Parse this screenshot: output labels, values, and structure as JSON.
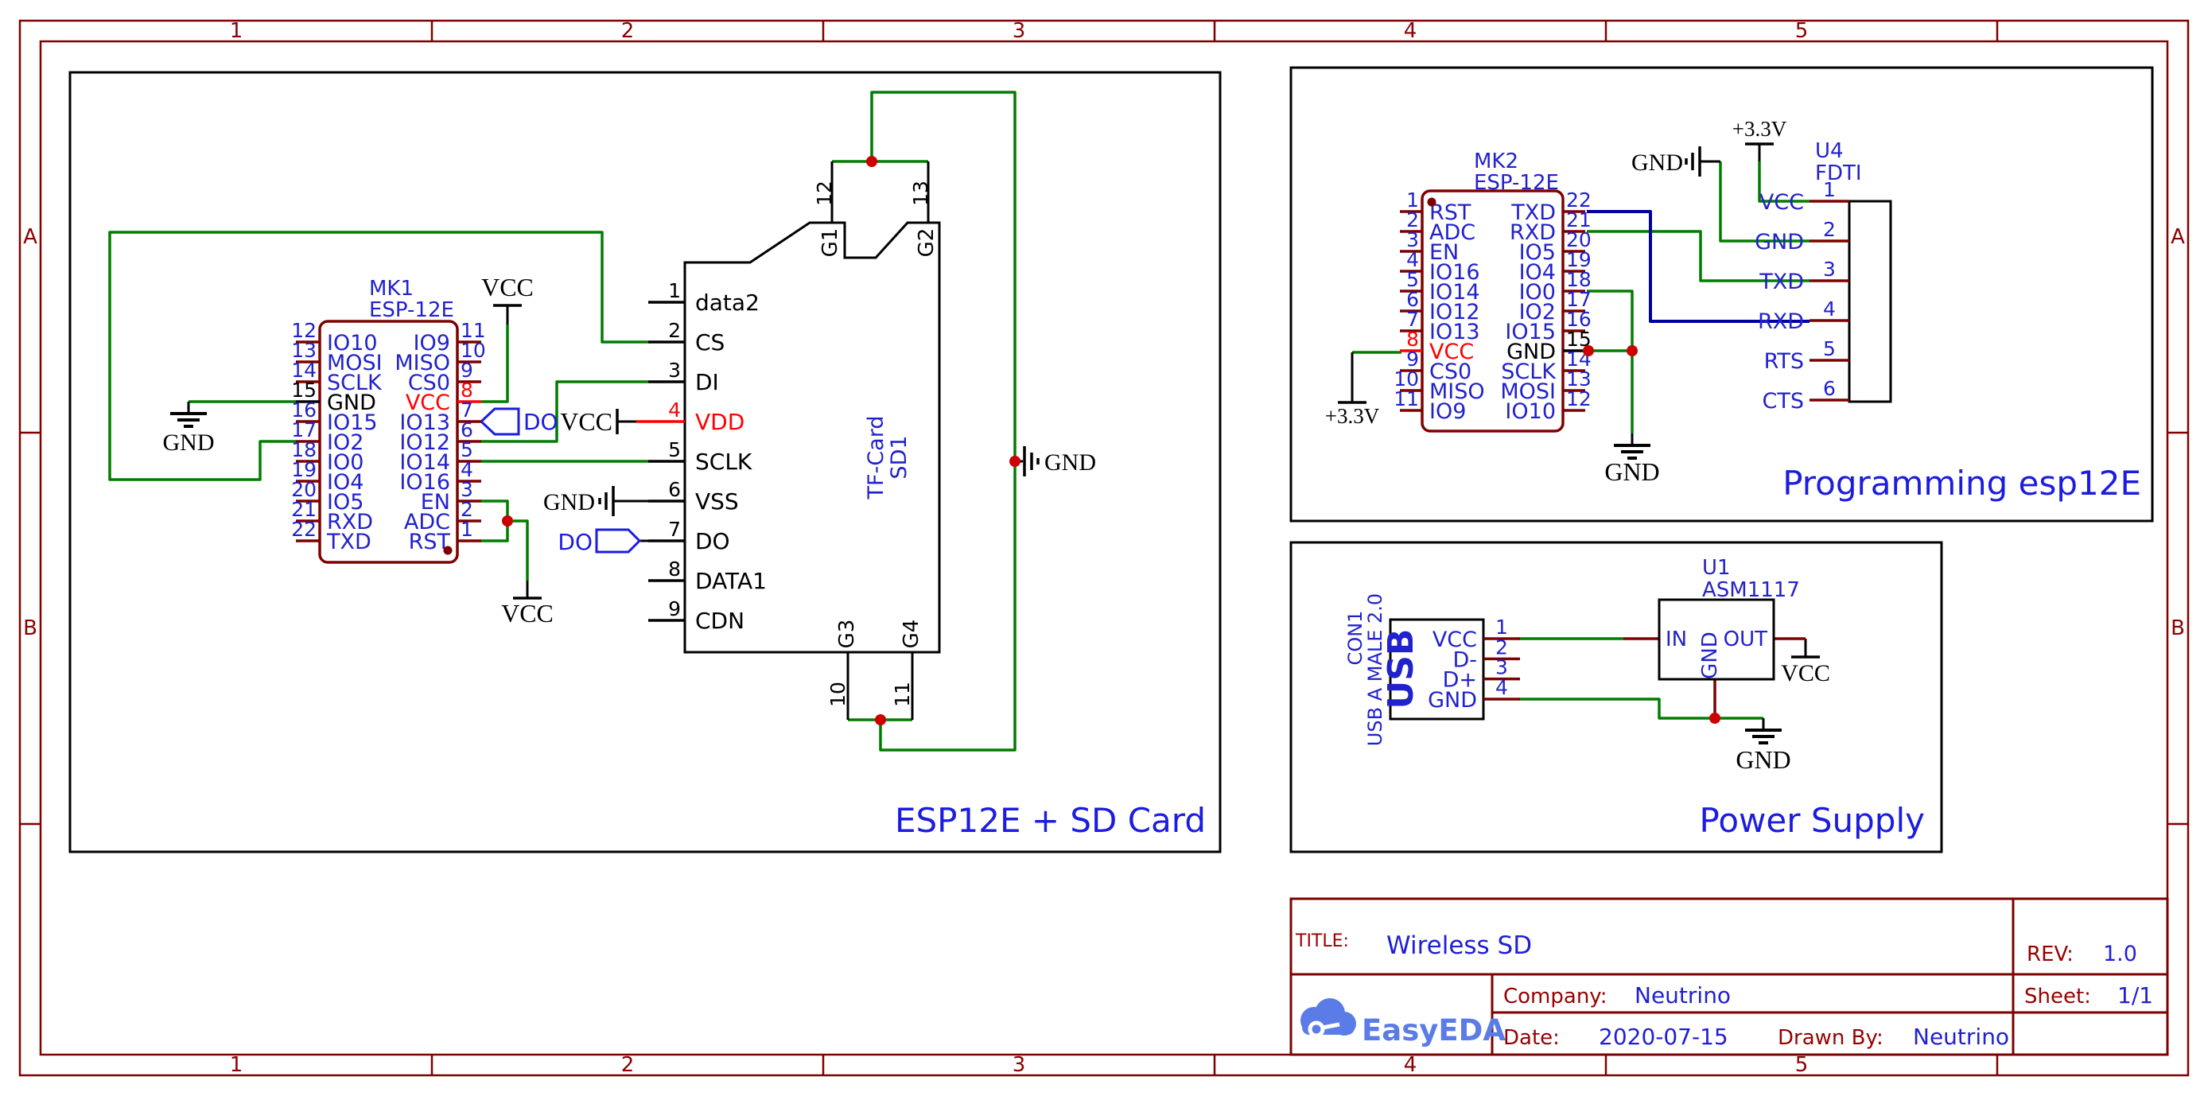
{
  "frame": {
    "columns": [
      "1",
      "2",
      "3",
      "4",
      "5"
    ],
    "rows": [
      "A",
      "B"
    ]
  },
  "sections": {
    "sd_title": "ESP12E + SD Card",
    "prog_title": "Programming esp12E",
    "power_title": "Power Supply"
  },
  "net_labels": {
    "vcc": "VCC",
    "gnd": "GND",
    "v33": "+3.3V",
    "do": "DO"
  },
  "chips": {
    "mk1": {
      "ref": "MK1",
      "part": "ESP-12E",
      "left": [
        {
          "n": "12",
          "t": "IO10"
        },
        {
          "n": "13",
          "t": "MOSI"
        },
        {
          "n": "14",
          "t": "SCLK"
        },
        {
          "n": "15",
          "t": "GND",
          "nc": "#000000",
          "tc": "#000000",
          "sc": "#000000"
        },
        {
          "n": "16",
          "t": "IO15"
        },
        {
          "n": "17",
          "t": "IO2"
        },
        {
          "n": "18",
          "t": "IO0"
        },
        {
          "n": "19",
          "t": "IO4"
        },
        {
          "n": "20",
          "t": "IO5"
        },
        {
          "n": "21",
          "t": "RXD"
        },
        {
          "n": "22",
          "t": "TXD"
        }
      ],
      "right": [
        {
          "n": "11",
          "t": "IO9"
        },
        {
          "n": "10",
          "t": "MISO"
        },
        {
          "n": "9",
          "t": "CS0"
        },
        {
          "n": "8",
          "t": "VCC",
          "nc": "#ff0000",
          "tc": "#ff0000",
          "sc": "#ff0000"
        },
        {
          "n": "7",
          "t": "IO13"
        },
        {
          "n": "6",
          "t": "IO12"
        },
        {
          "n": "5",
          "t": "IO14"
        },
        {
          "n": "4",
          "t": "IO16"
        },
        {
          "n": "3",
          "t": "EN"
        },
        {
          "n": "2",
          "t": "ADC"
        },
        {
          "n": "1",
          "t": "RST"
        }
      ]
    },
    "mk2": {
      "ref": "MK2",
      "part": "ESP-12E",
      "left": [
        {
          "n": "1",
          "t": "RST"
        },
        {
          "n": "2",
          "t": "ADC"
        },
        {
          "n": "3",
          "t": "EN"
        },
        {
          "n": "4",
          "t": "IO16"
        },
        {
          "n": "5",
          "t": "IO14"
        },
        {
          "n": "6",
          "t": "IO12"
        },
        {
          "n": "7",
          "t": "IO13"
        },
        {
          "n": "8",
          "t": "VCC",
          "nc": "#ff0000",
          "tc": "#ff0000",
          "sc": "#ff0000"
        },
        {
          "n": "9",
          "t": "CS0"
        },
        {
          "n": "10",
          "t": "MISO"
        },
        {
          "n": "11",
          "t": "IO9"
        }
      ],
      "right": [
        {
          "n": "22",
          "t": "TXD"
        },
        {
          "n": "21",
          "t": "RXD"
        },
        {
          "n": "20",
          "t": "IO5"
        },
        {
          "n": "19",
          "t": "IO4"
        },
        {
          "n": "18",
          "t": "IO0"
        },
        {
          "n": "17",
          "t": "IO2"
        },
        {
          "n": "16",
          "t": "IO15"
        },
        {
          "n": "15",
          "t": "GND",
          "nc": "#000000",
          "tc": "#000000",
          "sc": "#000000"
        },
        {
          "n": "14",
          "t": "SCLK"
        },
        {
          "n": "13",
          "t": "MOSI"
        },
        {
          "n": "12",
          "t": "IO10"
        }
      ]
    },
    "sd1": {
      "ref": "SD1",
      "part": "TF-Card",
      "left": [
        {
          "n": "1",
          "t": "data2"
        },
        {
          "n": "2",
          "t": "CS"
        },
        {
          "n": "3",
          "t": "DI"
        },
        {
          "n": "4",
          "t": "VDD",
          "nc": "#ff0000",
          "tc": "#ff0000",
          "sc": "#ff0000"
        },
        {
          "n": "5",
          "t": "SCLK"
        },
        {
          "n": "6",
          "t": "VSS"
        },
        {
          "n": "7",
          "t": "DO"
        },
        {
          "n": "8",
          "t": "DATA1"
        },
        {
          "n": "9",
          "t": "CDN"
        }
      ],
      "top": [
        {
          "n": "12",
          "t": "G1"
        },
        {
          "n": "13",
          "t": "G2"
        }
      ],
      "bottom": [
        {
          "n": "10",
          "t": "G3"
        },
        {
          "n": "11",
          "t": "G4"
        }
      ]
    },
    "u4": {
      "ref": "U4",
      "part": "FDTI",
      "pins": [
        {
          "n": "1",
          "t": "VCC"
        },
        {
          "n": "2",
          "t": "GND"
        },
        {
          "n": "3",
          "t": "TXD"
        },
        {
          "n": "4",
          "t": "RXD"
        },
        {
          "n": "5",
          "t": "RTS"
        },
        {
          "n": "6",
          "t": "CTS"
        }
      ]
    },
    "u1": {
      "ref": "U1",
      "part": "ASM1117",
      "pin_in": "IN",
      "pin_gnd": "GND",
      "pin_out": "OUT"
    },
    "con1": {
      "ref": "CON1",
      "part": "USB A MALE 2.0",
      "big_label": "USB",
      "pins": [
        {
          "n": "1",
          "t": "VCC"
        },
        {
          "n": "2",
          "t": "D-"
        },
        {
          "n": "3",
          "t": "D+"
        },
        {
          "n": "4",
          "t": "GND"
        }
      ]
    }
  },
  "title_block": {
    "title_label": "TITLE:",
    "title": "Wireless SD",
    "rev_label": "REV:",
    "rev": "1.0",
    "company_label": "Company:",
    "company": "Neutrino",
    "sheet_label": "Sheet:",
    "sheet": "1/1",
    "date_label": "Date:",
    "date": "2020-07-15",
    "drawn_label": "Drawn By:",
    "drawn": "Neutrino",
    "logo_text": "EasyEDA"
  },
  "colors": {
    "wire_green": "#007d00",
    "wire_blue": "#0000a0",
    "wire_red": "#ff0000",
    "pin_maroon": "#7d0000",
    "frame_red": "#800000",
    "junction_red": "#cc0000",
    "label_blue": "#2222cc",
    "section_blue": "#1c1ce0",
    "logo_blue": "#5b7ce6"
  }
}
